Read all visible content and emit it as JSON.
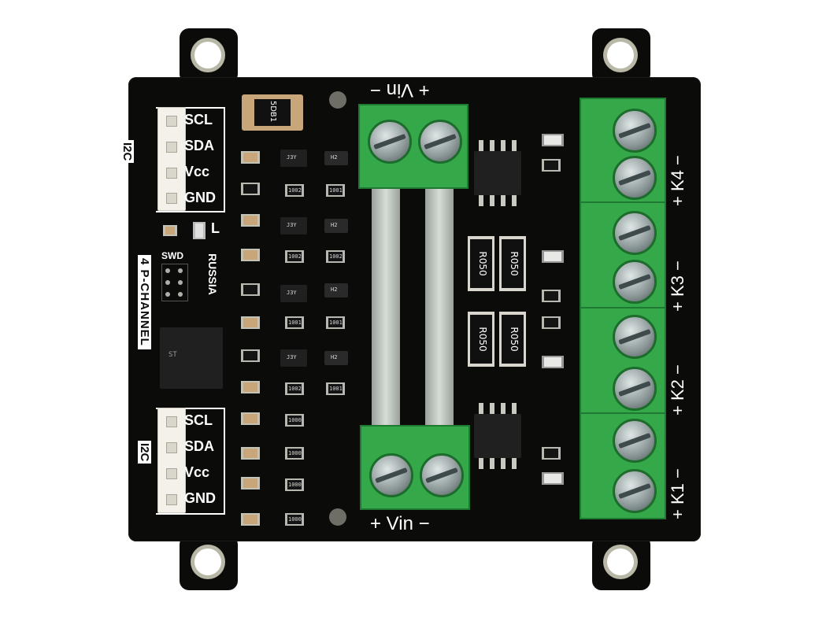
{
  "connectors": {
    "top_labels": [
      "SCL",
      "SDA",
      "Vcc",
      "GND"
    ],
    "bottom_labels": [
      "SCL",
      "SDA",
      "Vcc",
      "GND"
    ],
    "bus_label_top": "I2C",
    "bus_label_bottom": "I2C"
  },
  "silkscreen": {
    "led_l": "L",
    "swd": "SWD",
    "country": "RUSSIA",
    "product": "4 P-CHANNEL",
    "vin_top": "+ Vin −",
    "vin_bottom": "+ Vin −",
    "channels": [
      "+ K4 −",
      "+ K3 −",
      "+ K2 −",
      "+ K1 −"
    ]
  },
  "components": {
    "shunt_resistors": [
      "R050",
      "R050",
      "R050",
      "R050"
    ],
    "small_resistors": [
      "1002",
      "1002",
      "1001",
      "1002",
      "1001",
      "1002",
      "1001",
      "1001",
      "1000",
      "1000",
      "1000",
      "1000"
    ],
    "fuse": "5DB1",
    "diodes": [
      "H2",
      "H2",
      "H2",
      "H2"
    ],
    "transistor_marks": [
      "J3Y",
      "J3Y",
      "J3Y",
      "J3Y"
    ]
  },
  "colors": {
    "pcb": "#0b0c0a",
    "terminal_green": "#35a94a",
    "silk": "#ffffff"
  }
}
